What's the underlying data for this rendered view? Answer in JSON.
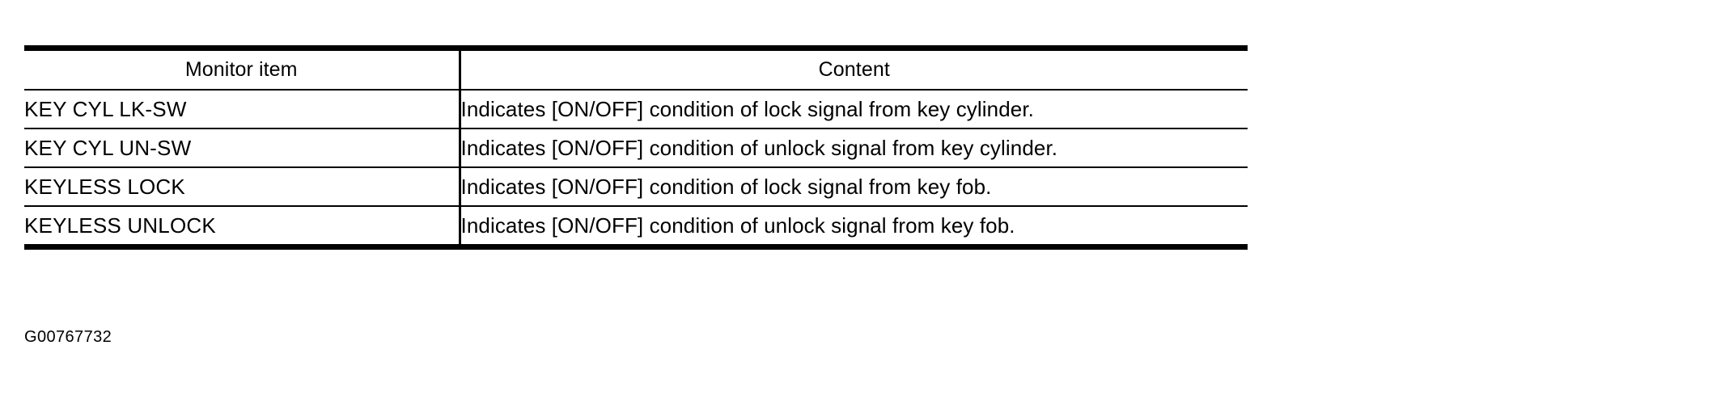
{
  "document": {
    "caption": "G00767732"
  },
  "table": {
    "columns": [
      {
        "key": "monitor_item",
        "header": "Monitor item"
      },
      {
        "key": "content",
        "header": "Content"
      }
    ],
    "rows": [
      {
        "monitor_item": "KEY CYL LK-SW",
        "content": "Indicates [ON/OFF] condition of lock signal from key cylinder."
      },
      {
        "monitor_item": "KEY CYL UN-SW",
        "content": "Indicates [ON/OFF] condition of unlock signal from key cylinder."
      },
      {
        "monitor_item": "KEYLESS LOCK",
        "content": "Indicates [ON/OFF] condition of lock signal from key fob."
      },
      {
        "monitor_item": "KEYLESS UNLOCK",
        "content": "Indicates [ON/OFF] condition of unlock signal from key fob."
      }
    ]
  },
  "colors": {
    "rule": "#000000",
    "text": "#000000",
    "background": "#ffffff"
  }
}
